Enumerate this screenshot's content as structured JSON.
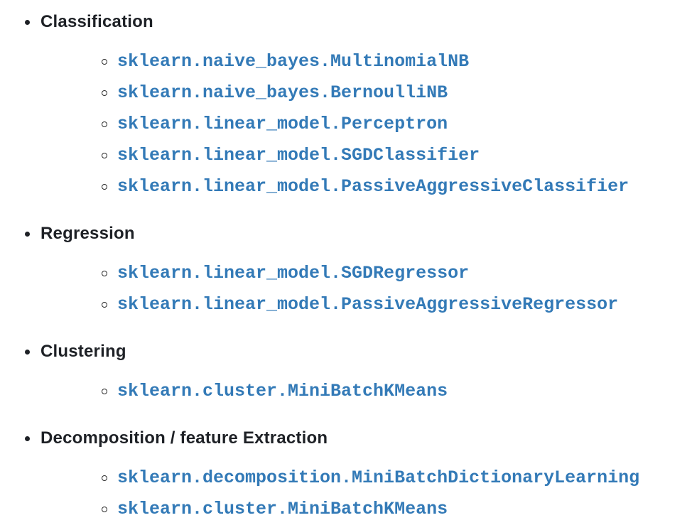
{
  "page": {
    "background": "#ffffff"
  },
  "colors": {
    "link_blue": "#337ab7",
    "heading_dark": "#1e2126"
  },
  "sections": [
    {
      "title": "Classification",
      "links": [
        "sklearn.naive_bayes.MultinomialNB",
        "sklearn.naive_bayes.BernoulliNB",
        "sklearn.linear_model.Perceptron",
        "sklearn.linear_model.SGDClassifier",
        "sklearn.linear_model.PassiveAggressiveClassifier"
      ]
    },
    {
      "title": "Regression",
      "links": [
        "sklearn.linear_model.SGDRegressor",
        "sklearn.linear_model.PassiveAggressiveRegressor"
      ]
    },
    {
      "title": "Clustering",
      "links": [
        "sklearn.cluster.MiniBatchKMeans"
      ]
    },
    {
      "title": "Decomposition / feature Extraction",
      "links": [
        "sklearn.decomposition.MiniBatchDictionaryLearning",
        "sklearn.cluster.MiniBatchKMeans"
      ]
    }
  ]
}
